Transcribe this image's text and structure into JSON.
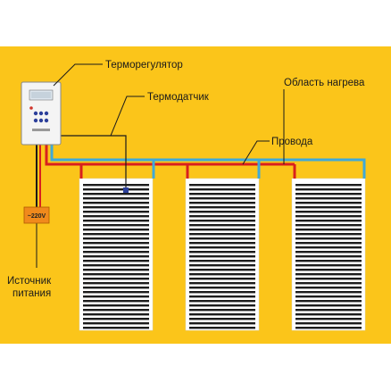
{
  "labels": {
    "thermostat": "Терморегулятор",
    "sensor": "Термодатчик",
    "heating_area": "Область нагрева",
    "wires": "Провода",
    "power_voltage": "~220V",
    "power_source_line1": "Источник",
    "power_source_line2": "питания"
  },
  "colors": {
    "background": "#FBC51A",
    "wire_red": "#D8201E",
    "wire_blue": "#3FA9D8",
    "film_stripe": "#1c1c1c",
    "film_bg": "#ffffff",
    "power_box": "#F08A1C"
  },
  "heating_panels_count": 3
}
